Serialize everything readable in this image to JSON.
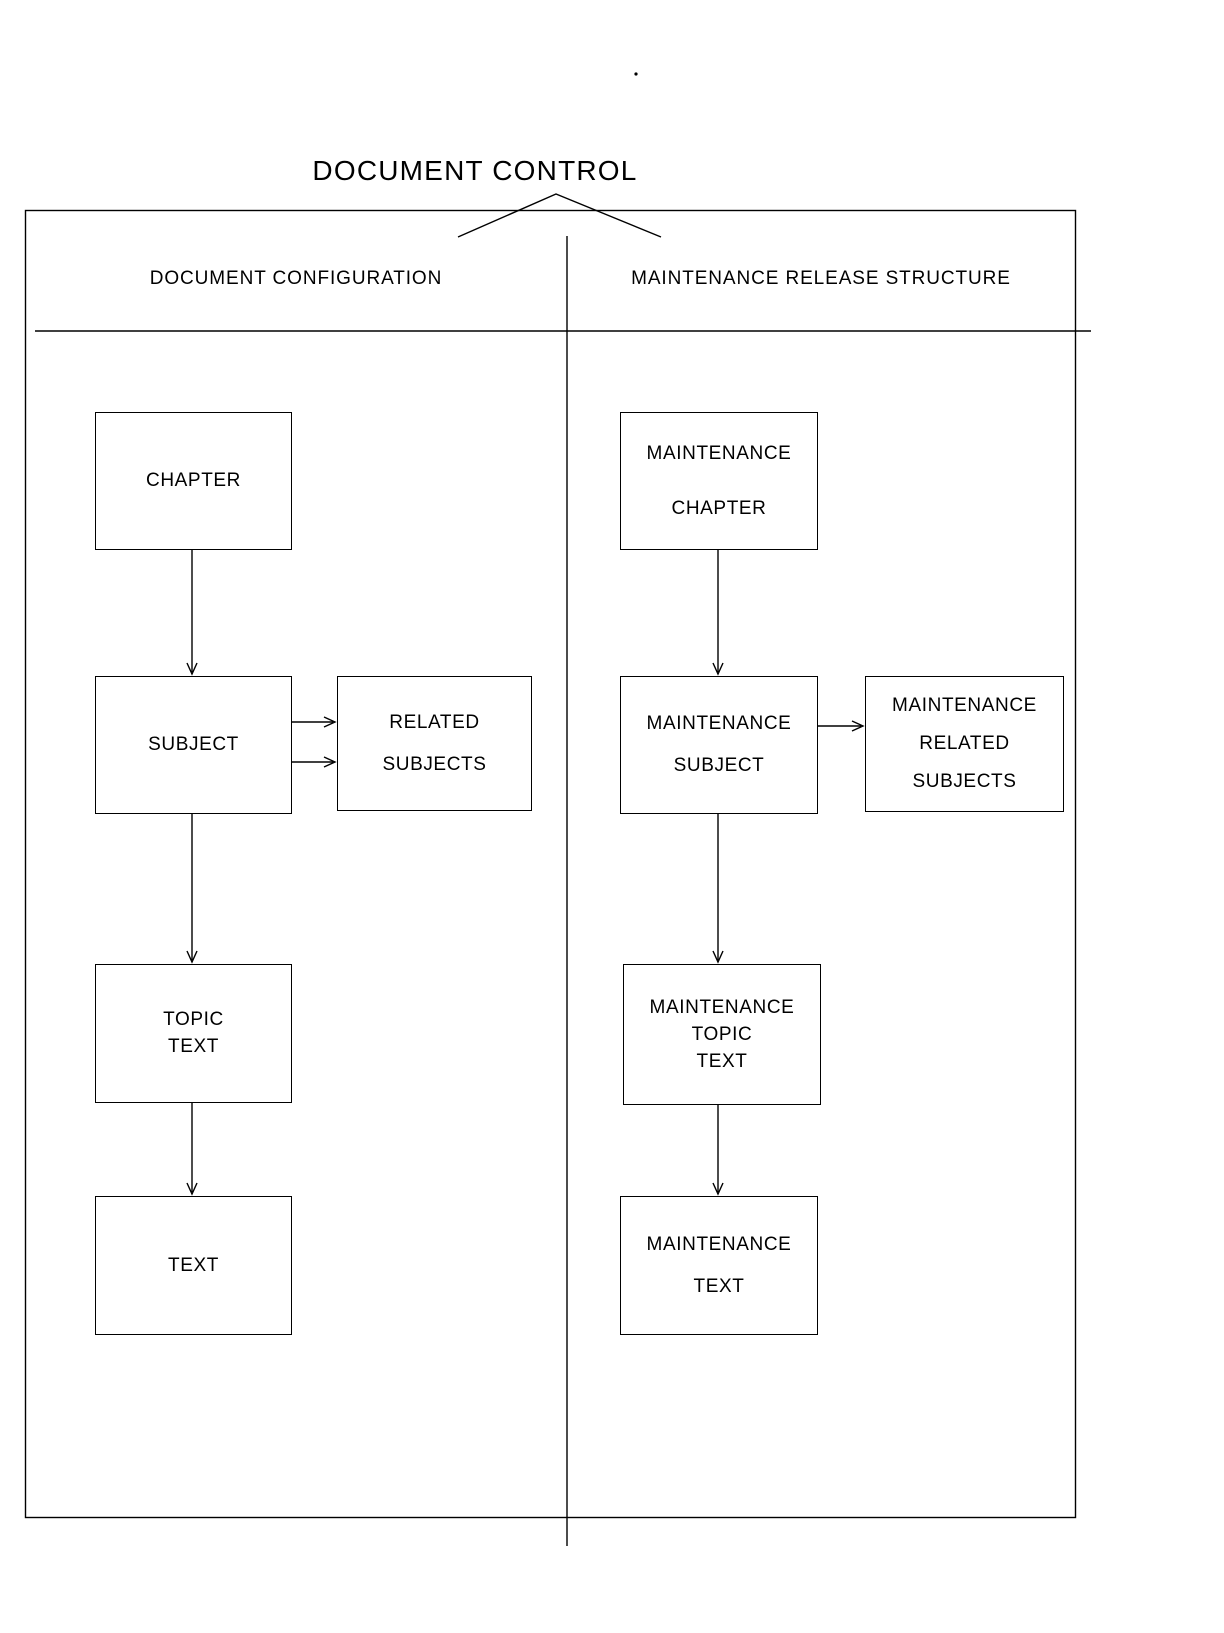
{
  "page": {
    "title": "DOCUMENT CONTROL"
  },
  "columns": {
    "left": {
      "header": "DOCUMENT CONFIGURATION"
    },
    "right": {
      "header": "MAINTENANCE RELEASE STRUCTURE"
    }
  },
  "boxes": {
    "chapter": {
      "lines": [
        "CHAPTER"
      ]
    },
    "subject": {
      "lines": [
        "SUBJECT"
      ]
    },
    "related_subjects": {
      "lines": [
        "RELATED",
        "SUBJECTS"
      ]
    },
    "topic_text": {
      "lines": [
        "TOPIC",
        "TEXT"
      ]
    },
    "text": {
      "lines": [
        "TEXT"
      ]
    },
    "maintenance_chapter": {
      "lines": [
        "MAINTENANCE",
        "CHAPTER"
      ]
    },
    "maintenance_subject": {
      "lines": [
        "MAINTENANCE",
        "SUBJECT"
      ]
    },
    "maintenance_related_subjects": {
      "lines": [
        "MAINTENANCE",
        "RELATED",
        "SUBJECTS"
      ]
    },
    "maintenance_topic_text": {
      "lines": [
        "MAINTENANCE",
        "TOPIC",
        "TEXT"
      ]
    },
    "maintenance_text": {
      "lines": [
        "MAINTENANCE",
        "TEXT"
      ]
    }
  },
  "colors": {
    "ink": "#000000",
    "background": "#ffffff"
  }
}
